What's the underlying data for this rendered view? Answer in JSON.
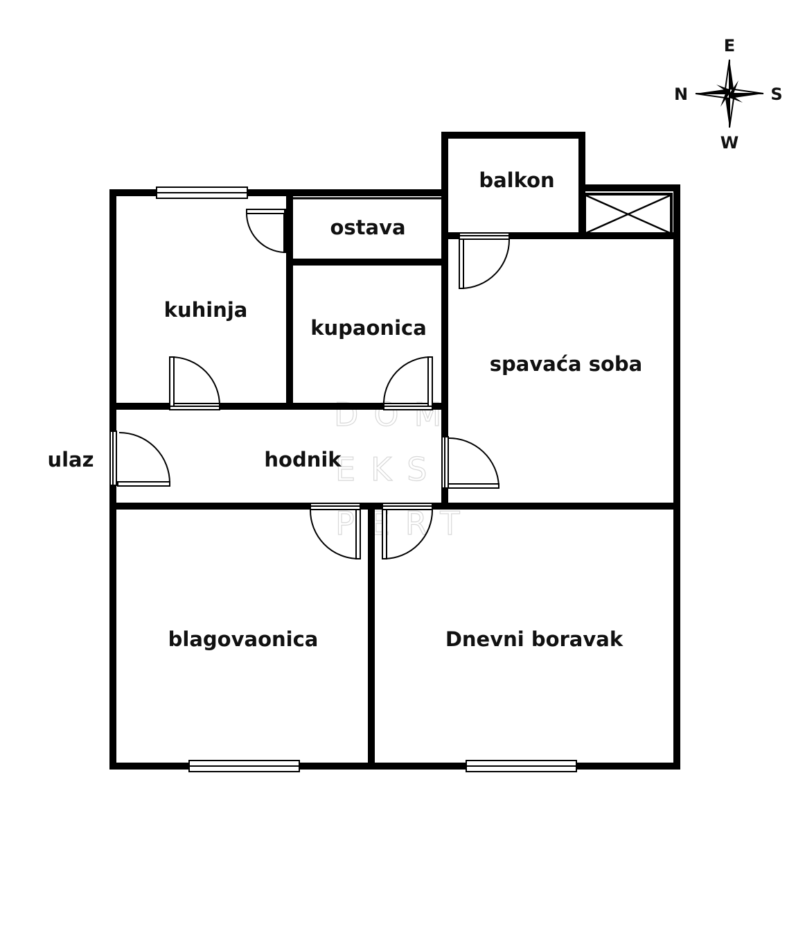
{
  "rooms": {
    "balkon": "balkon",
    "ostava": "ostava",
    "kuhinja": "kuhinja",
    "kupaonica": "kupaonica",
    "spavaca_soba": "spavaća soba",
    "hodnik": "hodnik",
    "ulaz": "ulaz",
    "blagovaonica": "blagovaonica",
    "dnevni_boravak": "Dnevni boravak"
  },
  "compass": {
    "north": "N",
    "south": "S",
    "east": "E",
    "west": "W"
  },
  "watermark": {
    "line1": "DOM",
    "line2": "EKS",
    "line3": "PERT"
  },
  "colors": {
    "wall": "#000000",
    "background": "#ffffff",
    "text": "#111111",
    "watermark": "#d8d8d8"
  }
}
